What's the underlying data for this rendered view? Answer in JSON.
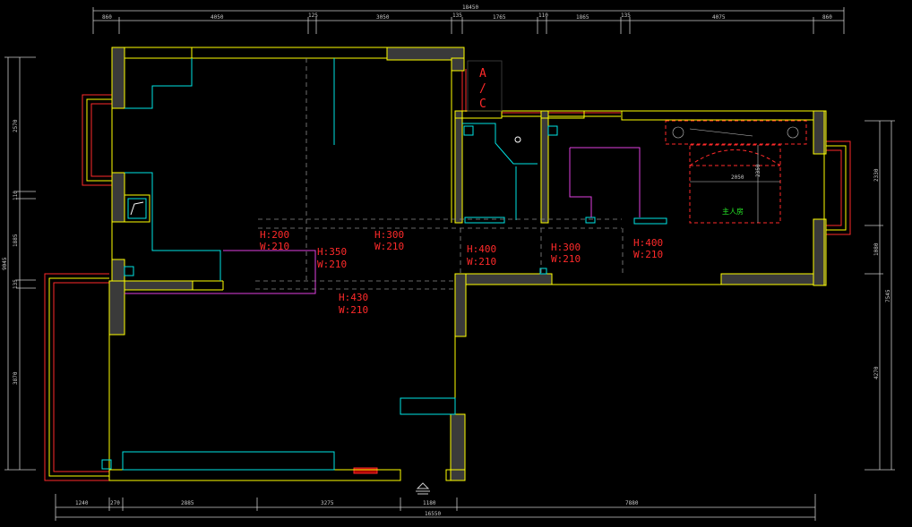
{
  "dimensions": {
    "top_total": "18450",
    "top": [
      "860",
      "4050",
      "125",
      "3050",
      "135",
      "1765",
      "110",
      "1865",
      "135",
      "4075",
      "860"
    ],
    "bottom_total": "16550",
    "bottom": [
      "1240",
      "270",
      "2885",
      "3275",
      "1180",
      "7880"
    ],
    "left_total": "9045",
    "left": [
      "2570",
      "110",
      "1885",
      "135",
      "3870"
    ],
    "right_total": "7545",
    "right": [
      "2330",
      "1080",
      "4270"
    ]
  },
  "openings": [
    {
      "h": "H:200",
      "w": "W:210"
    },
    {
      "h": "H:350",
      "w": "W:210"
    },
    {
      "h": "H:300",
      "w": "W:210"
    },
    {
      "h": "H:400",
      "w": "W:210"
    },
    {
      "h": "H:300",
      "w": "W:210"
    },
    {
      "h": "H:400",
      "w": "W:210"
    },
    {
      "h": "H:430",
      "w": "W:210"
    }
  ],
  "ac_label": [
    "A",
    "/",
    "C"
  ],
  "bed": {
    "width": "2050",
    "depth": "2350"
  },
  "room_label": "主人房",
  "colors": {
    "background": "#000000",
    "wall_outline": "#ffff00",
    "wall_fill": "#3a3a3a",
    "window": "#ff2a2a",
    "furniture": "#00e5e5",
    "partition": "#e040e0",
    "dimension": "#c8c8c8",
    "room_text": "#27e827"
  }
}
